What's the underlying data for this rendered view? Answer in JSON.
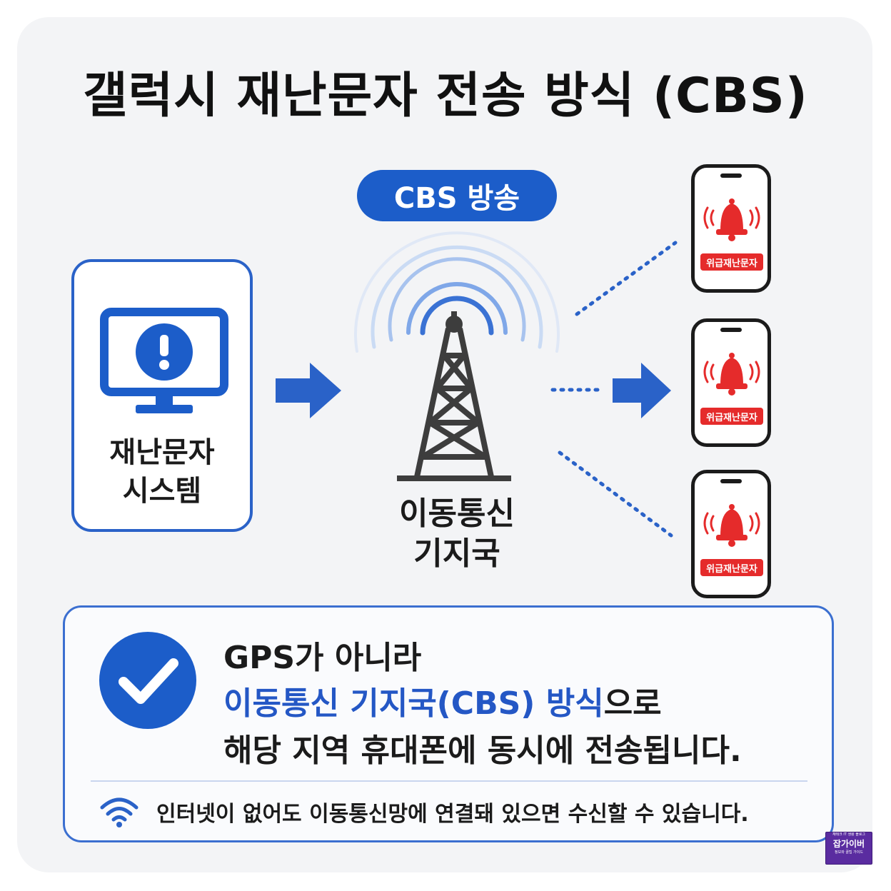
{
  "title": "갤럭시 재난문자 전송 방식 (CBS)",
  "broadcast_pill": "CBS 방송",
  "system": {
    "line1": "재난문자",
    "line2": "시스템"
  },
  "tower": {
    "line1": "이동통신",
    "line2": "기지국"
  },
  "phones": [
    {
      "label": "위급재난문자"
    },
    {
      "label": "위급재난문자"
    },
    {
      "label": "위급재난문자"
    }
  ],
  "info": {
    "line1": "GPS가 아니라",
    "line2_blue": "이동통신 기지국(CBS) 방식",
    "line2_rest": "으로",
    "line3": "해당 지역 휴대폰에 동시에 전송됩니다.",
    "note": "인터넷이 없어도 이동통신망에 연결돼 있으면 수신할 수 있습니다."
  },
  "watermark": {
    "top": "재테크 IT 생활 블로그",
    "main": "잡가이버",
    "sub": "정보와 꿀팁 가이드"
  },
  "icons": [
    "monitor-alert-icon",
    "arrow-right-icon",
    "broadcast-tower-icon",
    "signal-waves-icon",
    "bell-alert-icon",
    "check-circle-icon",
    "wifi-icon"
  ],
  "colors": {
    "primary_blue": "#1c5dc9",
    "alert_red": "#e52b2b",
    "dark": "#1b1b1b",
    "background": "#f3f4f6"
  }
}
